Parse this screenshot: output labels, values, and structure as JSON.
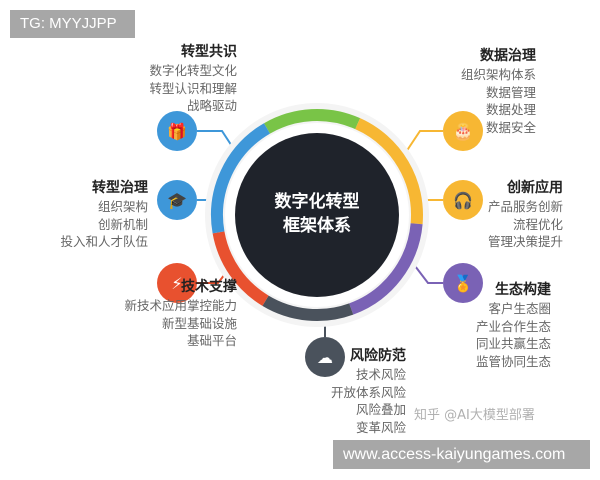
{
  "center_title": [
    "数字化转型",
    "框架体系"
  ],
  "colors": {
    "blue": "#3e97d9",
    "green": "#79c447",
    "yellow": "#f7b733",
    "purple": "#7a62b5",
    "dark": "#4a525c",
    "red": "#e8512f",
    "core": "#1f232b"
  },
  "sections": [
    {
      "title": "转型共识",
      "items": [
        "数字化转型文化",
        "转型认识和理解",
        "战略驱动"
      ],
      "icon": "gift-icon",
      "color": "blue"
    },
    {
      "title": "转型治理",
      "items": [
        "组织架构",
        "创新机制",
        "投入和人才队伍"
      ],
      "icon": "graduate-icon",
      "color": "blue"
    },
    {
      "title": "技术支撑",
      "items": [
        "新技术应用掌控能力",
        "新型基础设施",
        "基础平台"
      ],
      "icon": "lightning-icon",
      "color": "red"
    },
    {
      "title": "风险防范",
      "items": [
        "技术风险",
        "开放体系风险",
        "风险叠加",
        "变革风险"
      ],
      "icon": "online-icon",
      "color": "dark"
    },
    {
      "title": "生态构建",
      "items": [
        "客户生态圈",
        "产业合作生态",
        "同业共赢生态",
        "监管协同生态"
      ],
      "icon": "medal-icon",
      "color": "purple"
    },
    {
      "title": "创新应用",
      "items": [
        "产品服务创新",
        "流程优化",
        "管理决策提升"
      ],
      "icon": "headset-icon",
      "color": "yellow"
    },
    {
      "title": "数据治理",
      "items": [
        "组织架构体系",
        "数据管理",
        "数据处理",
        "数据安全"
      ],
      "icon": "cake-icon",
      "color": "yellow"
    }
  ],
  "watermark": "知乎 @AI大模型部署",
  "tag_top": "TG: MYYJJPP",
  "tag_bottom": "www.access-kaiyungames.com"
}
